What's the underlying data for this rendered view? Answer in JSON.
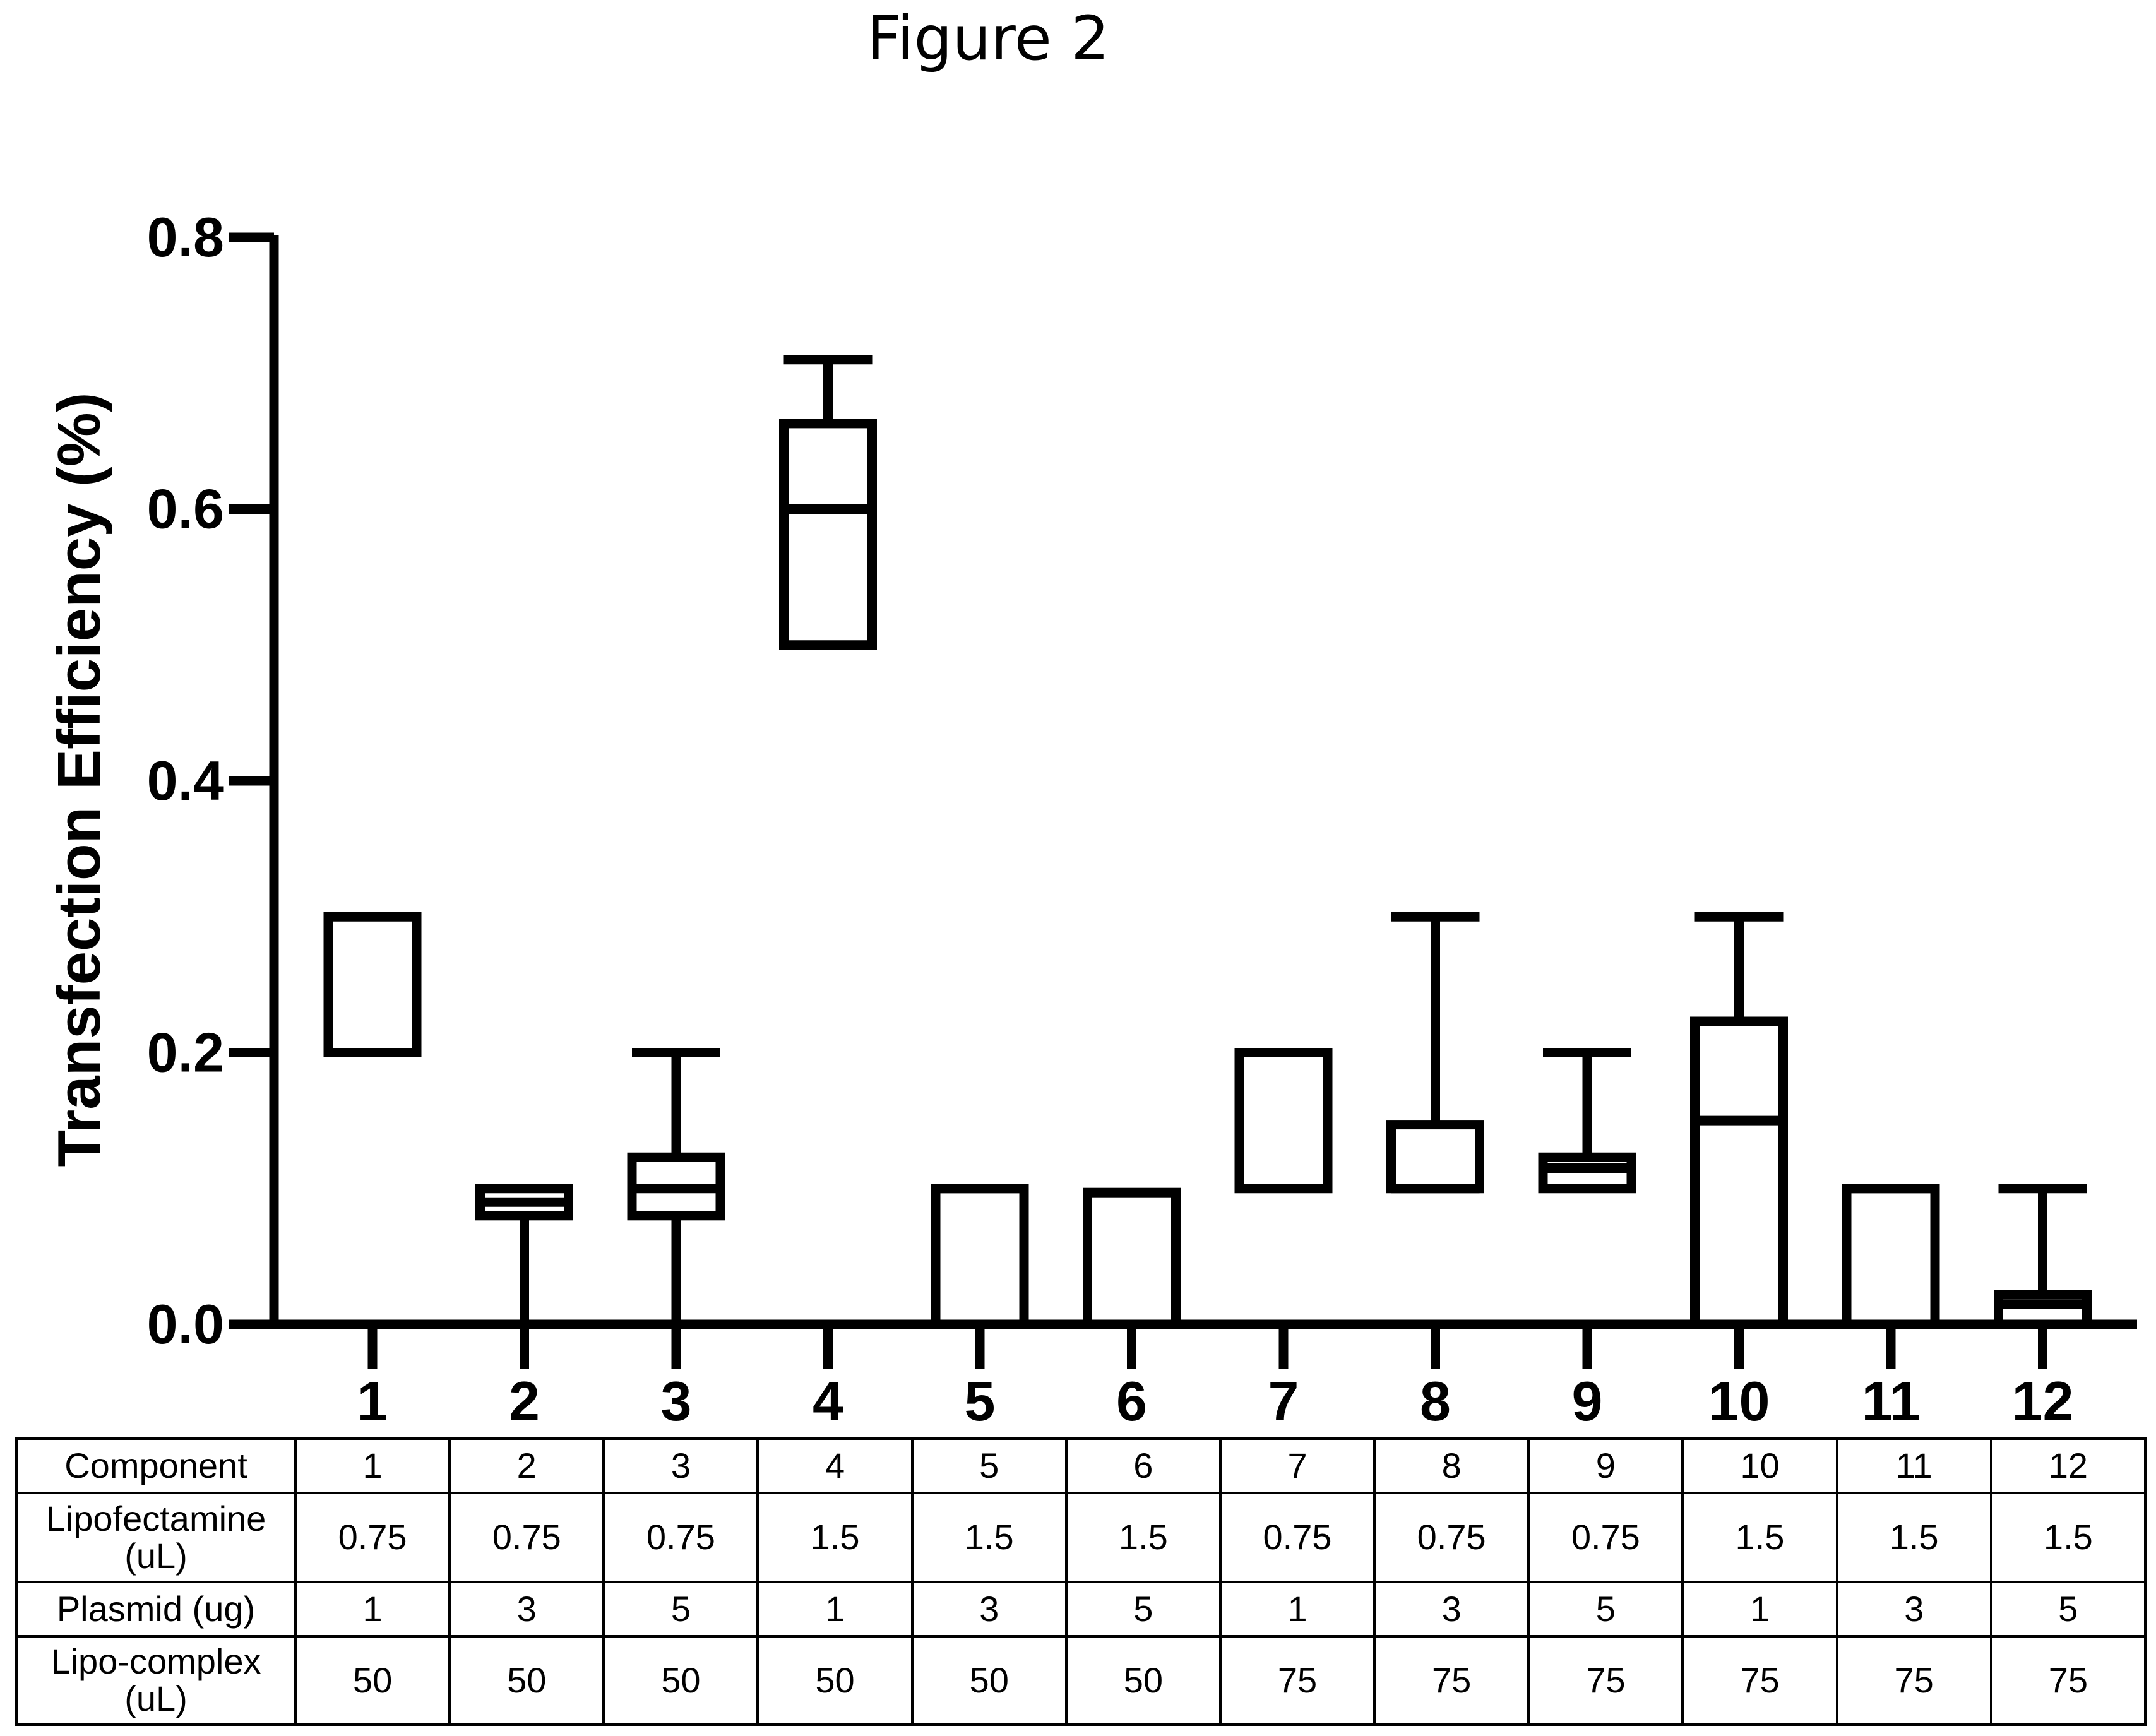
{
  "figure_title": "Figure 2",
  "chart_data": {
    "type": "box",
    "title": "",
    "ylabel": "Transfection Efficiency (%)",
    "xlabel": "",
    "ylim": [
      0,
      0.8
    ],
    "yticks": [
      0.0,
      0.2,
      0.4,
      0.6,
      0.8
    ],
    "ytick_labels": [
      "0.0",
      "0.2",
      "0.4",
      "0.6",
      "0.8"
    ],
    "categories": [
      "1",
      "2",
      "3",
      "4",
      "5",
      "6",
      "7",
      "8",
      "9",
      "10",
      "11",
      "12"
    ],
    "boxes": [
      {
        "category": "1",
        "min": 0.2,
        "q1": 0.2,
        "median": 0.2,
        "q3": 0.3,
        "max": 0.3
      },
      {
        "category": "2",
        "min": 0.0,
        "q1": 0.08,
        "median": 0.09,
        "q3": 0.1,
        "max": 0.1
      },
      {
        "category": "3",
        "min": 0.0,
        "q1": 0.08,
        "median": 0.1,
        "q3": 0.123,
        "max": 0.2
      },
      {
        "category": "4",
        "min": 0.5,
        "q1": 0.5,
        "median": 0.6,
        "q3": 0.663,
        "max": 0.71
      },
      {
        "category": "5",
        "min": 0.0,
        "q1": 0.0,
        "median": 0.1,
        "q3": 0.1,
        "max": 0.1
      },
      {
        "category": "6",
        "min": 0.0,
        "q1": 0.0,
        "median": 0.0,
        "q3": 0.097,
        "max": 0.097
      },
      {
        "category": "7",
        "min": 0.1,
        "q1": 0.1,
        "median": 0.2,
        "q3": 0.2,
        "max": 0.2
      },
      {
        "category": "8",
        "min": 0.1,
        "q1": 0.1,
        "median": 0.1,
        "q3": 0.147,
        "max": 0.3
      },
      {
        "category": "9",
        "min": 0.1,
        "q1": 0.1,
        "median": 0.115,
        "q3": 0.123,
        "max": 0.2
      },
      {
        "category": "10",
        "min": 0.0,
        "q1": 0.0,
        "median": 0.15,
        "q3": 0.223,
        "max": 0.3
      },
      {
        "category": "11",
        "min": 0.0,
        "q1": 0.0,
        "median": 0.1,
        "q3": 0.1,
        "max": 0.1
      },
      {
        "category": "12",
        "min": 0.0,
        "q1": 0.0,
        "median": 0.015,
        "q3": 0.022,
        "max": 0.1
      }
    ],
    "grid": false,
    "legend": "none"
  },
  "table": {
    "rows": [
      {
        "label": "Component",
        "values": [
          "1",
          "2",
          "3",
          "4",
          "5",
          "6",
          "7",
          "8",
          "9",
          "10",
          "11",
          "12"
        ]
      },
      {
        "label": "Lipofectamine (uL)",
        "values": [
          "0.75",
          "0.75",
          "0.75",
          "1.5",
          "1.5",
          "1.5",
          "0.75",
          "0.75",
          "0.75",
          "1.5",
          "1.5",
          "1.5"
        ]
      },
      {
        "label": "Plasmid (ug)",
        "values": [
          "1",
          "3",
          "5",
          "1",
          "3",
          "5",
          "1",
          "3",
          "5",
          "1",
          "3",
          "5"
        ]
      },
      {
        "label": "Lipo-complex (uL)",
        "values": [
          "50",
          "50",
          "50",
          "50",
          "50",
          "50",
          "75",
          "75",
          "75",
          "75",
          "75",
          "75"
        ]
      }
    ]
  }
}
